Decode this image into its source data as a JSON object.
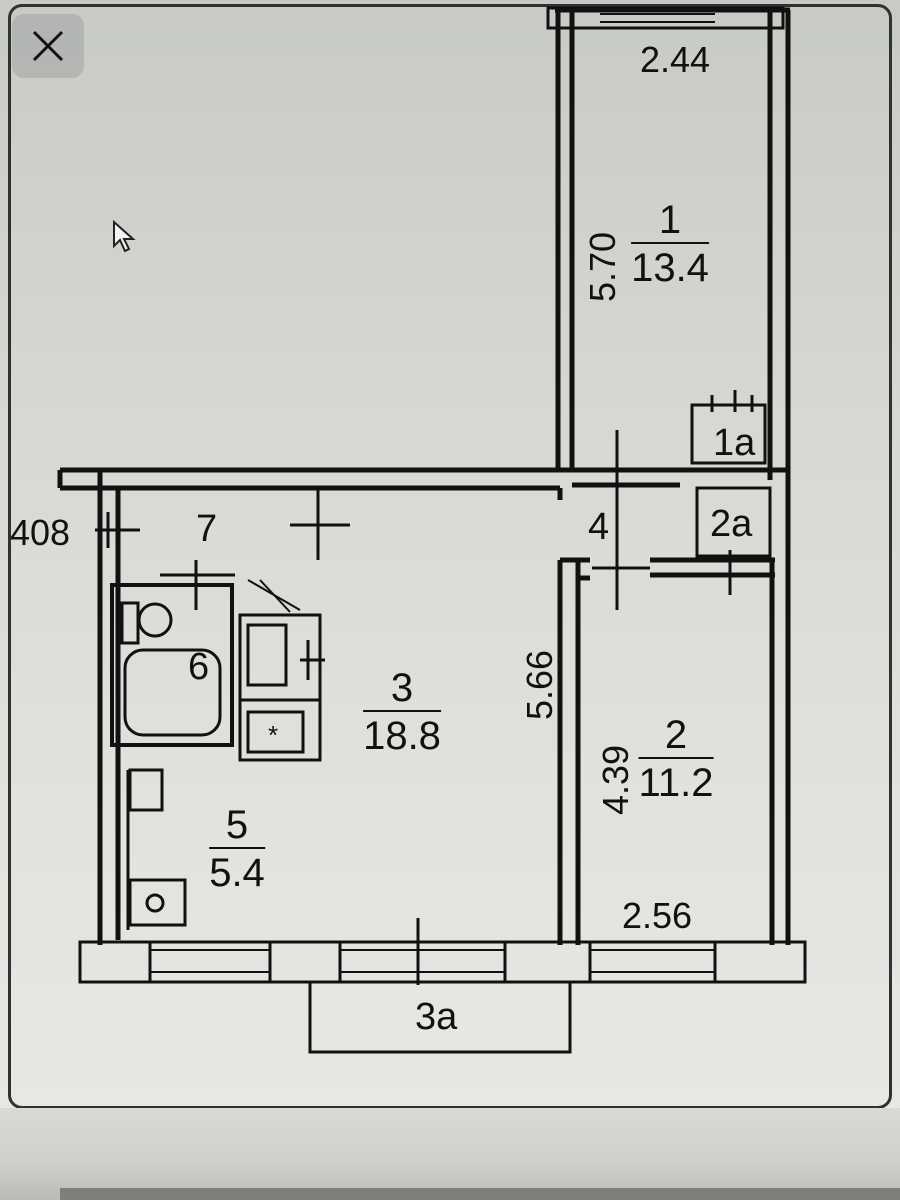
{
  "viewer": {
    "close_icon": "close-icon",
    "cursor_icon": "cursor-arrow-icon"
  },
  "plan": {
    "rooms": [
      {
        "id": "1",
        "number": "1",
        "area": "13.4"
      },
      {
        "id": "2",
        "number": "2",
        "area": "11.2"
      },
      {
        "id": "3",
        "number": "3",
        "area": "18.8"
      },
      {
        "id": "5",
        "number": "5",
        "area": "5.4"
      }
    ],
    "labels": {
      "room_1a": "1a",
      "room_2a": "2a",
      "room_3a": "3a",
      "room_4": "4",
      "room_6": "6",
      "room_7": "7",
      "bathroom_mark": "*"
    },
    "dimensions": {
      "room1_width": "2.44",
      "room1_length": "5.70",
      "room3_length": "5.66",
      "room2_length": "4.39",
      "room2_width": "2.56",
      "left_edge": "408"
    }
  }
}
